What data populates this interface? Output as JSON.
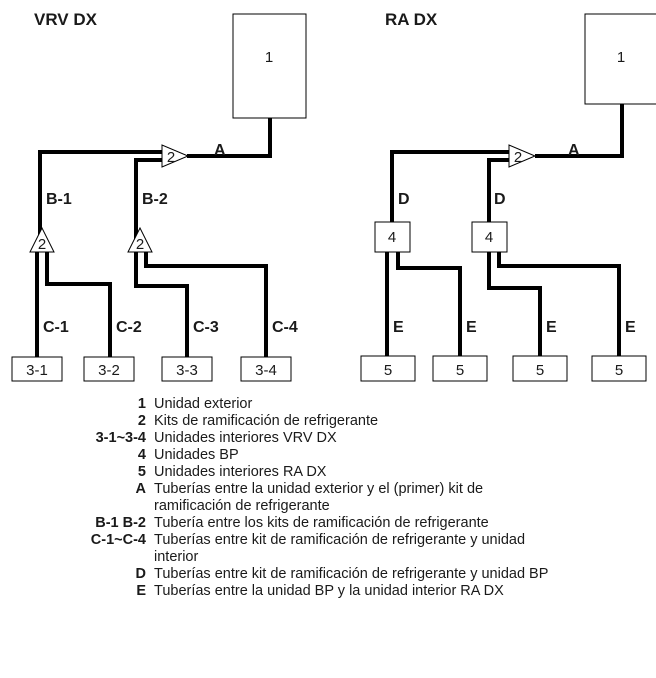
{
  "titles": {
    "vrv": "VRV DX",
    "ra": "RA DX"
  },
  "outdoor_vrv": "1",
  "outdoor_ra": "1",
  "branch_vrv_main": "2",
  "branch_vrv_left": "2",
  "branch_vrv_right": "2",
  "branch_ra_main": "2",
  "bp_left": "4",
  "bp_right": "4",
  "vrv_indoor": [
    "3-1",
    "3-2",
    "3-3",
    "3-4"
  ],
  "ra_indoor": [
    "5",
    "5",
    "5",
    "5"
  ],
  "pipes": {
    "a_vrv": "A",
    "a_ra": "A",
    "b1": "B-1",
    "b2": "B-2",
    "c1": "C-1",
    "c2": "C-2",
    "c3": "C-3",
    "c4": "C-4",
    "d_left": "D",
    "d_right": "D",
    "e": [
      "E",
      "E",
      "E",
      "E"
    ]
  },
  "legend": [
    {
      "key": "1",
      "text": "Unidad exterior"
    },
    {
      "key": "2",
      "text": "Kits de ramificación de refrigerante"
    },
    {
      "key": "3-1~3-4",
      "text": "Unidades interiores VRV DX"
    },
    {
      "key": "4",
      "text": "Unidades BP"
    },
    {
      "key": "5",
      "text": "Unidades interiores RA DX"
    },
    {
      "key": "A",
      "text": "Tuberías entre la unidad exterior y el (primer) kit de ramificación de refrigerante"
    },
    {
      "key": "B-1 B-2",
      "text": "Tubería entre los kits de ramificación de refrigerante"
    },
    {
      "key": "C-1~C-4",
      "text": "Tuberías entre kit de ramificación de refrigerante y unidad interior"
    },
    {
      "key": "D",
      "text": "Tuberías entre kit de ramificación de refrigerante y unidad BP"
    },
    {
      "key": "E",
      "text": "Tuberías entre la unidad BP y la unidad interior RA DX"
    }
  ]
}
